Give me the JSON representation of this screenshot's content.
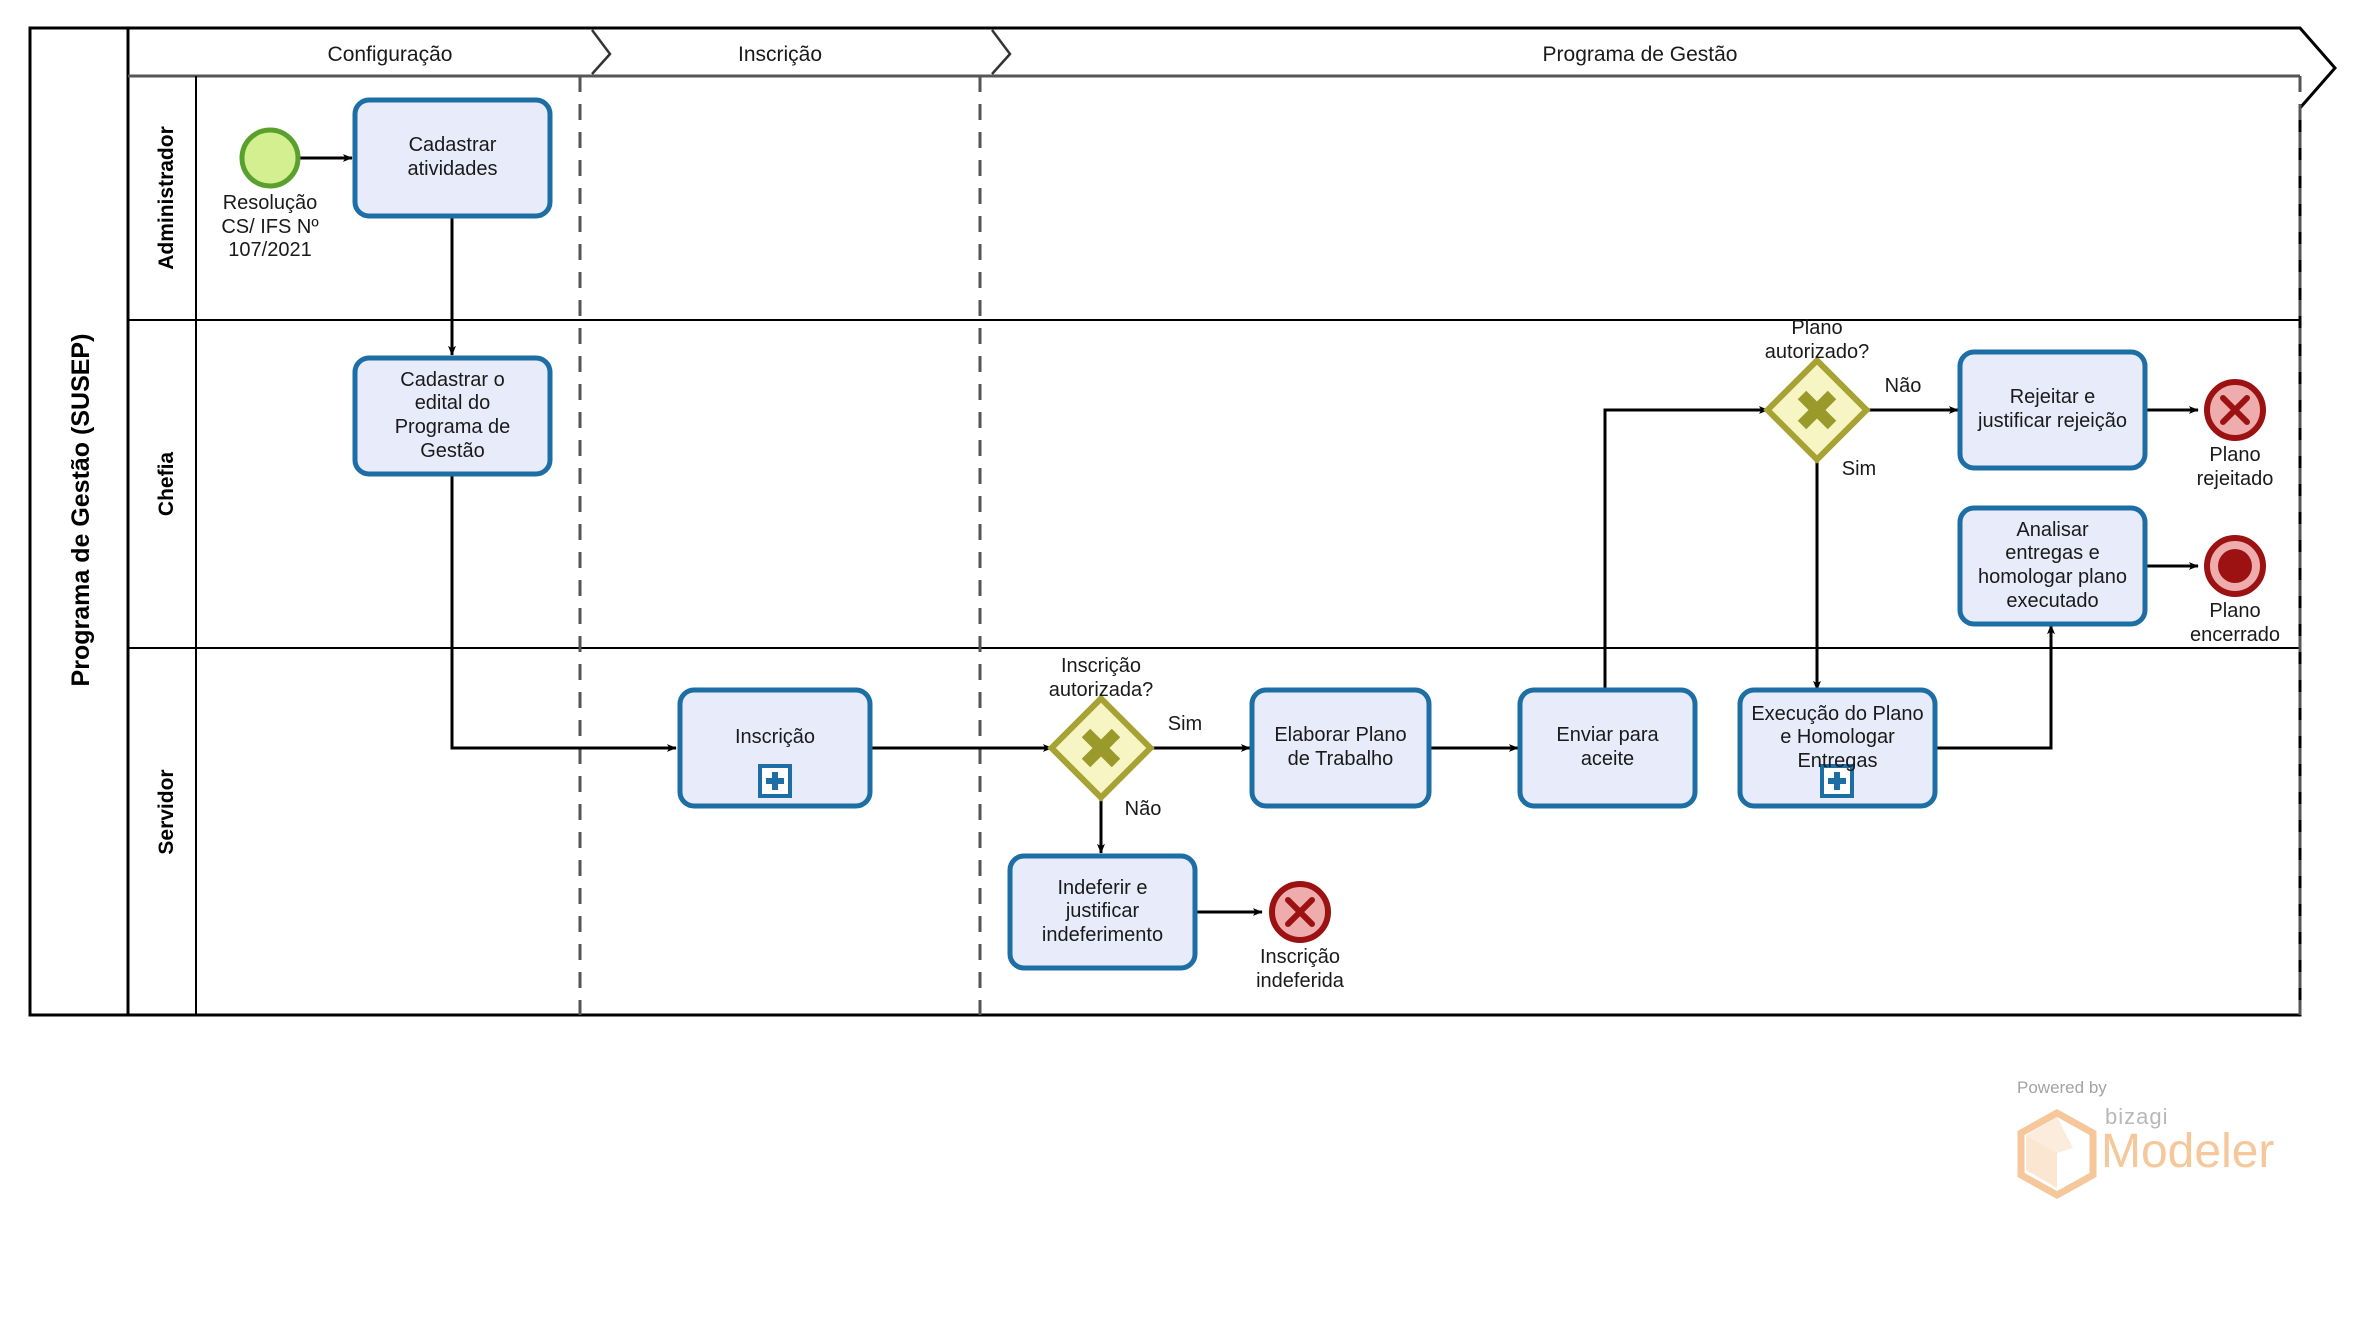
{
  "diagram": {
    "type": "bpmn-collaboration",
    "pool_title": "Programa de Gestão (SUSEP)",
    "footer": {
      "powered_by": "Powered by",
      "brand": "bizagi",
      "product": "Modeler"
    },
    "colors": {
      "task_stroke": "#1c6ea4",
      "task_fill": "#e8ecfa",
      "gateway_stroke": "#a6a233",
      "gateway_fill": "#f7f5c4",
      "gateway_glyph": "#9a9a2b",
      "start_stroke": "#5aa02c",
      "start_fill": "#d4ef8f",
      "end_stroke": "#9c1212",
      "end_fill": "#eeacac",
      "end_terminate_fill": "#9c1212",
      "text": "#1a1a1a",
      "pool_border": "#000000",
      "phase_divider": "#555555"
    },
    "phases": [
      {
        "id": "p1",
        "label": "Configuração"
      },
      {
        "id": "p2",
        "label": "Inscrição"
      },
      {
        "id": "p3",
        "label": "Programa de Gestão"
      }
    ],
    "lanes": [
      {
        "id": "l1",
        "label": "Administrador"
      },
      {
        "id": "l2",
        "label": "Chefia"
      },
      {
        "id": "l3",
        "label": "Servidor"
      }
    ],
    "events": [
      {
        "id": "start1",
        "kind": "start-event",
        "lane": "Administrador",
        "phase": "Configuração",
        "label": "Resolução\nCS/ IFS Nº\n107/2021"
      },
      {
        "id": "end_plano_rejeitado",
        "kind": "end-event-terminate-x",
        "lane": "Chefia",
        "phase": "Programa de Gestão",
        "label": "Plano\nrejeitado"
      },
      {
        "id": "end_plano_encerrado",
        "kind": "end-event-terminate-filled",
        "lane": "Chefia",
        "phase": "Programa de Gestão",
        "label": "Plano\nencerrado"
      },
      {
        "id": "end_inscricao_indeferida",
        "kind": "end-event-terminate-x",
        "lane": "Servidor",
        "phase": "Inscrição",
        "label": "Inscrição\nindeferida"
      }
    ],
    "tasks": [
      {
        "id": "t_cadastrar_atividades",
        "kind": "task",
        "lane": "Administrador",
        "phase": "Configuração",
        "label": "Cadastrar\natividades"
      },
      {
        "id": "t_cadastrar_edital",
        "kind": "task",
        "lane": "Chefia",
        "phase": "Configuração",
        "label": "Cadastrar o\nedital do\nPrograma de\nGestão"
      },
      {
        "id": "t_rejeitar",
        "kind": "task",
        "lane": "Chefia",
        "phase": "Programa de Gestão",
        "label": "Rejeitar e\njustificar rejeição"
      },
      {
        "id": "t_analisar_homologar",
        "kind": "task",
        "lane": "Chefia",
        "phase": "Programa de Gestão",
        "label": "Analisar\nentregas e\nhomologar plano\nexecutado"
      },
      {
        "id": "sp_inscricao",
        "kind": "subprocess",
        "lane": "Servidor",
        "phase": "Inscrição",
        "label": "Inscrição",
        "marker": "plus-icon"
      },
      {
        "id": "t_indeferir",
        "kind": "task",
        "lane": "Servidor",
        "phase": "Inscrição",
        "label": "Indeferir e\njustificar\nindeferimento"
      },
      {
        "id": "t_elaborar_plano",
        "kind": "task",
        "lane": "Servidor",
        "phase": "Programa de Gestão",
        "label": "Elaborar Plano\nde Trabalho"
      },
      {
        "id": "t_enviar_aceite",
        "kind": "task",
        "lane": "Servidor",
        "phase": "Programa de Gestão",
        "label": "Enviar para\naceite"
      },
      {
        "id": "sp_execucao",
        "kind": "subprocess",
        "lane": "Servidor",
        "phase": "Programa de Gestão",
        "label": "Execução do Plano\ne Homologar\nEntregas",
        "marker": "plus-icon"
      }
    ],
    "gateways": [
      {
        "id": "gw_inscricao",
        "kind": "exclusive-gateway",
        "lane": "Servidor",
        "phase": "Inscrição",
        "label": "Inscrição\nautorizada?",
        "outgoing": [
          "Sim",
          "Não"
        ]
      },
      {
        "id": "gw_plano",
        "kind": "exclusive-gateway",
        "lane": "Chefia",
        "phase": "Programa de Gestão",
        "label": "Plano\nautorizado?",
        "outgoing": [
          "Não",
          "Sim"
        ]
      }
    ],
    "flow_labels": {
      "gw_inscricao_sim": "Sim",
      "gw_inscricao_nao": "Não",
      "gw_plano_nao": "Não",
      "gw_plano_sim": "Sim"
    }
  }
}
